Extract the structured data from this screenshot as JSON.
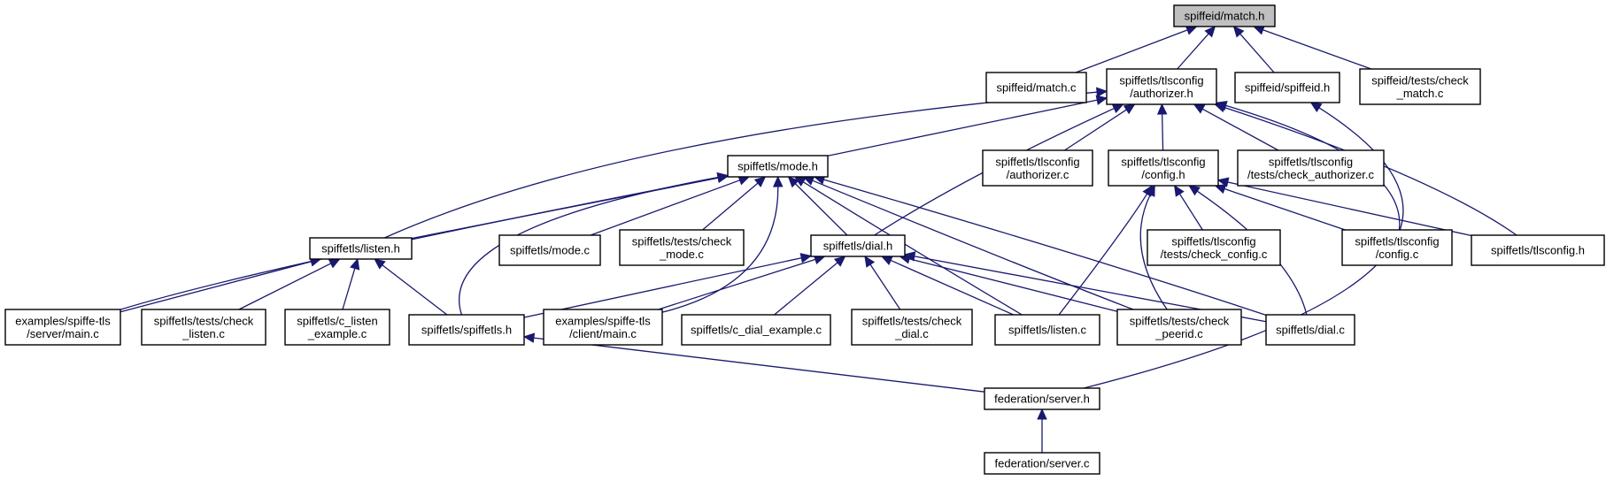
{
  "colors": {
    "edge": "#191970",
    "root_fill": "#bfbfbf",
    "node_fill": "#ffffff",
    "node_stroke": "#000000"
  },
  "nodes": {
    "match_h": {
      "lines": [
        "spiffeid/match.h"
      ],
      "root": true
    },
    "match_c": {
      "lines": [
        "spiffeid/match.c"
      ]
    },
    "authorizer_h": {
      "lines": [
        "spiffetls/tlsconfig",
        "/authorizer.h"
      ]
    },
    "spiffeid_h": {
      "lines": [
        "spiffeid/spiffeid.h"
      ]
    },
    "check_match_c": {
      "lines": [
        "spiffeid/tests/check",
        "_match.c"
      ]
    },
    "mode_h": {
      "lines": [
        "spiffetls/mode.h"
      ]
    },
    "authorizer_c": {
      "lines": [
        "spiffetls/tlsconfig",
        "/authorizer.c"
      ]
    },
    "config_h": {
      "lines": [
        "spiffetls/tlsconfig",
        "/config.h"
      ]
    },
    "check_authorizer_c": {
      "lines": [
        "spiffetls/tlsconfig",
        "/tests/check_authorizer.c"
      ]
    },
    "listen_h": {
      "lines": [
        "spiffetls/listen.h"
      ]
    },
    "mode_c": {
      "lines": [
        "spiffetls/mode.c"
      ]
    },
    "check_mode_c": {
      "lines": [
        "spiffetls/tests/check",
        "_mode.c"
      ]
    },
    "dial_h": {
      "lines": [
        "spiffetls/dial.h"
      ]
    },
    "check_config_c": {
      "lines": [
        "spiffetls/tlsconfig",
        "/tests/check_config.c"
      ]
    },
    "config_c": {
      "lines": [
        "spiffetls/tlsconfig",
        "/config.c"
      ]
    },
    "tlsconfig_h": {
      "lines": [
        "spiffetls/tlsconfig.h"
      ]
    },
    "server_main_c": {
      "lines": [
        "examples/spiffe-tls",
        "/server/main.c"
      ]
    },
    "check_listen_c": {
      "lines": [
        "spiffetls/tests/check",
        "_listen.c"
      ]
    },
    "c_listen_example_c": {
      "lines": [
        "spiffetls/c_listen",
        "_example.c"
      ]
    },
    "spiffetls_h": {
      "lines": [
        "spiffetls/spiffetls.h"
      ]
    },
    "client_main_c": {
      "lines": [
        "examples/spiffe-tls",
        "/client/main.c"
      ]
    },
    "c_dial_example_c": {
      "lines": [
        "spiffetls/c_dial_example.c"
      ]
    },
    "check_dial_c": {
      "lines": [
        "spiffetls/tests/check",
        "_dial.c"
      ]
    },
    "listen_c": {
      "lines": [
        "spiffetls/listen.c"
      ]
    },
    "check_peerid_c": {
      "lines": [
        "spiffetls/tests/check",
        "_peerid.c"
      ]
    },
    "dial_c": {
      "lines": [
        "spiffetls/dial.c"
      ]
    },
    "server_h": {
      "lines": [
        "federation/server.h"
      ]
    },
    "server_c": {
      "lines": [
        "federation/server.c"
      ]
    }
  }
}
